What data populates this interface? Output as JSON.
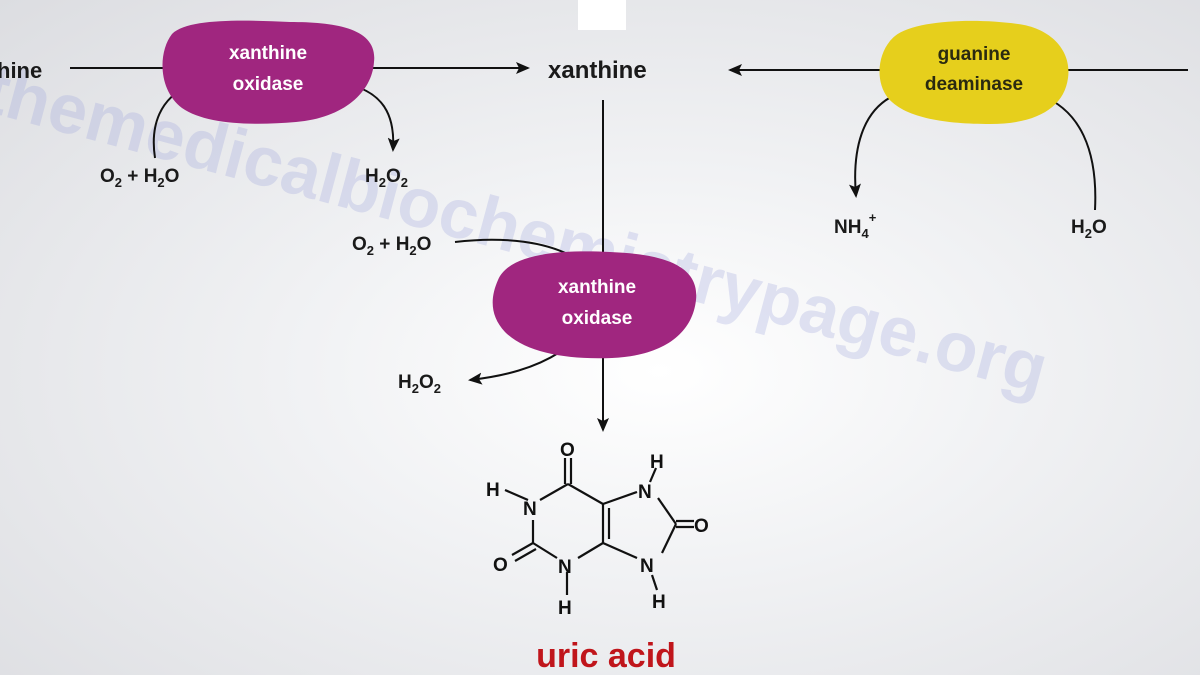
{
  "colors": {
    "xanthine_oxidase": "#a0267f",
    "guanine_deaminase": "#e6cf1c",
    "uric_acid_label": "#c0151b",
    "watermark": "#9aa2dc"
  },
  "watermark": {
    "text": "themedicalbiochemistrypage.org"
  },
  "labels": {
    "hypoxanthine_cut": "hine",
    "xanthine": "xanthine",
    "uric_acid": "uric acid"
  },
  "enzymes": {
    "top_left": {
      "line1": "xanthine",
      "line2": "oxidase"
    },
    "center": {
      "line1": "xanthine",
      "line2": "oxidase"
    },
    "right": {
      "line1": "guanine",
      "line2": "deaminase"
    }
  },
  "cofactors": {
    "o2": "O",
    "o2_sub": "2",
    "h2o_h": "H",
    "h2o_sub": "2",
    "h2o_o": "O",
    "plus": "+",
    "h2o2_h": "H",
    "h2o2_sub1": "2",
    "h2o2_o": "O",
    "h2o2_sub2": "2",
    "nh4_nh": "NH",
    "nh4_sub": "4",
    "nh4_sup": "+"
  },
  "structure": {
    "atoms": {
      "N": "N",
      "H": "H",
      "O": "O"
    }
  }
}
